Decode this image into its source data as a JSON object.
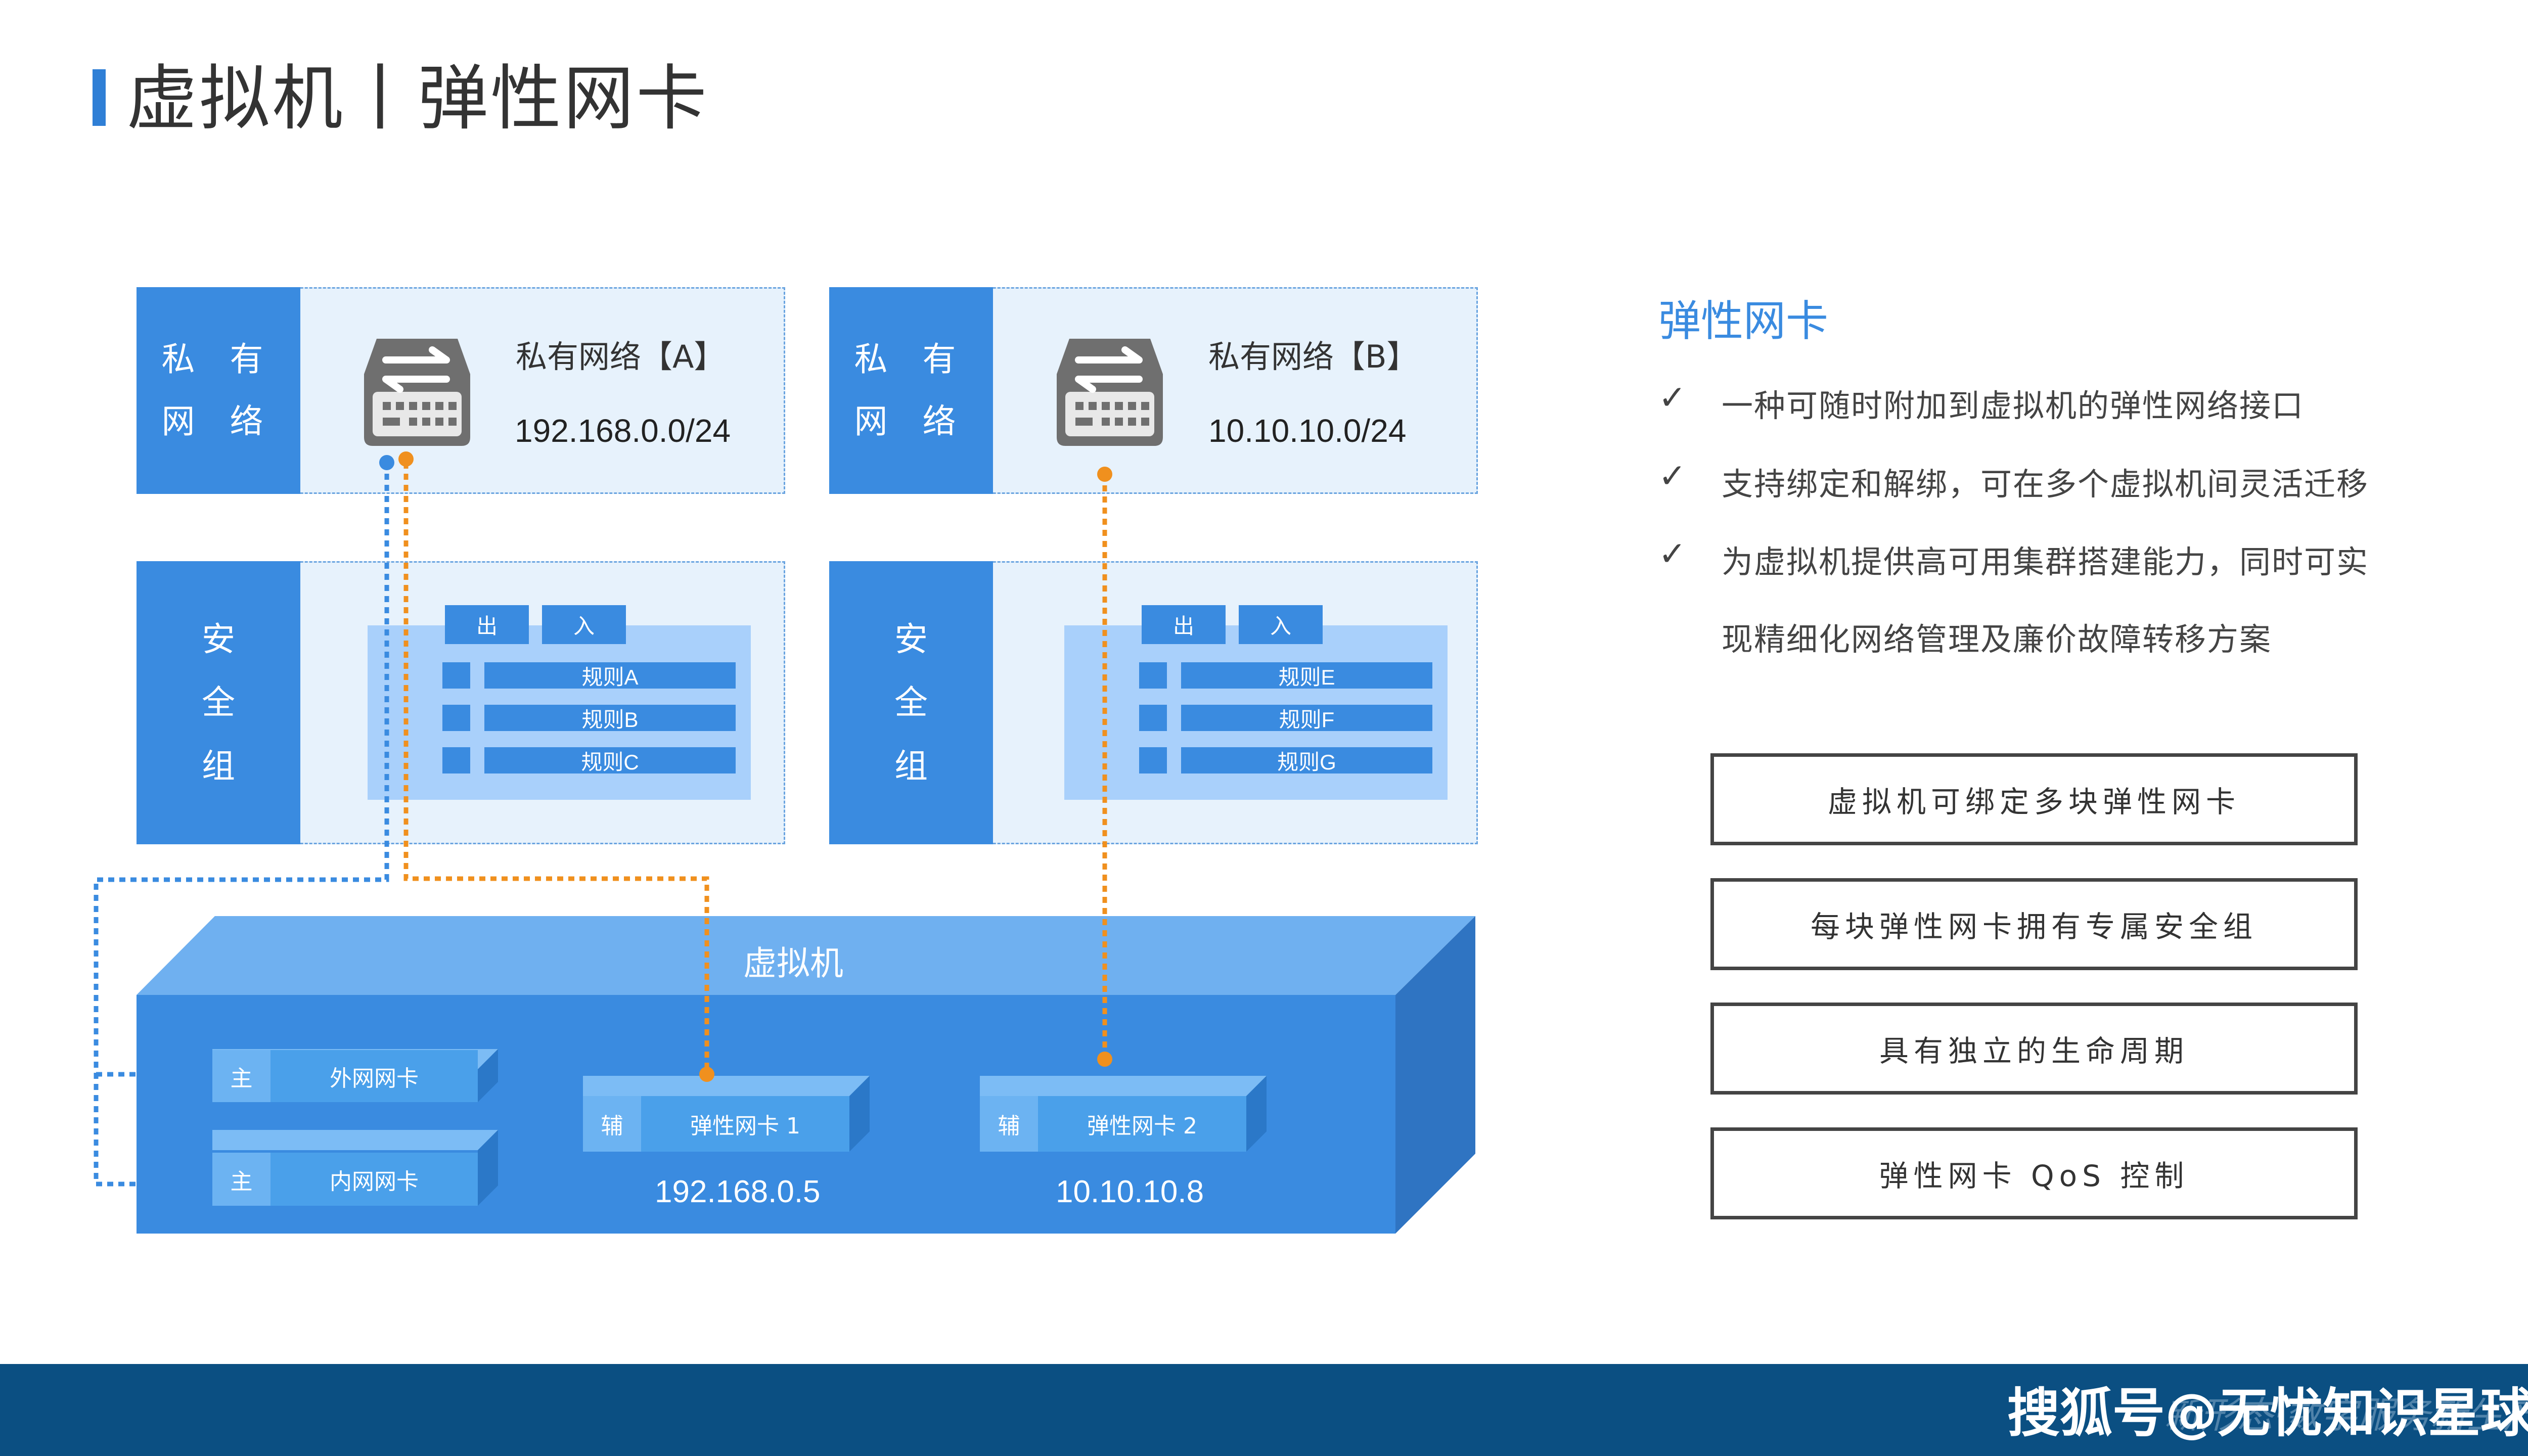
{
  "title": "虚拟机丨弹性网卡",
  "networks": [
    {
      "label_line1": "私 有",
      "label_line2": "网 络",
      "name": "私有网络【A】",
      "cidr": "192.168.0.0/24"
    },
    {
      "label_line1": "私 有",
      "label_line2": "网 络",
      "name": "私有网络【B】",
      "cidr": "10.10.10.0/24"
    }
  ],
  "security_groups": [
    {
      "label_chars": [
        "安",
        "全",
        "组"
      ],
      "out_label": "出",
      "in_label": "入",
      "rules": [
        "规则A",
        "规则B",
        "规则C"
      ]
    },
    {
      "label_chars": [
        "安",
        "全",
        "组"
      ],
      "out_label": "出",
      "in_label": "入",
      "rules": [
        "规则E",
        "规则F",
        "规则G"
      ]
    }
  ],
  "vm": {
    "label": "虚拟机",
    "nics": [
      {
        "tag": "主",
        "name": "外网网卡",
        "ip": ""
      },
      {
        "tag": "主",
        "name": "内网网卡",
        "ip": ""
      },
      {
        "tag": "辅",
        "name": "弹性网卡 1",
        "ip": "192.168.0.5"
      },
      {
        "tag": "辅",
        "name": "弹性网卡 2",
        "ip": "10.10.10.8"
      }
    ]
  },
  "features": {
    "heading": "弹性网卡",
    "items": [
      {
        "check": "✓",
        "text": "一种可随时附加到虚拟机的弹性网络接口",
        "cont": ""
      },
      {
        "check": "✓",
        "text": "支持绑定和解绑，可在多个虚拟机间灵活迁移",
        "cont": ""
      },
      {
        "check": "✓",
        "text": "为虚拟机提供高可用集群搭建能力，同时可实",
        "cont": "现精细化网络管理及廉价故障转移方案"
      }
    ]
  },
  "capabilities": [
    "虚拟机可绑定多块弹性网卡",
    "每块弹性网卡拥有专属安全组",
    "具有独立的生命周期",
    "弹性网卡 QoS 控制"
  ],
  "footer": {
    "watermark": "搜狐号@无忧知识星球",
    "faint_text": "新形态·数字服务新生产力"
  },
  "colors": {
    "accent": "#3a8be0",
    "line_blue": "#3a8be0",
    "line_orange": "#f0901e",
    "footer": "#0b4f82"
  }
}
